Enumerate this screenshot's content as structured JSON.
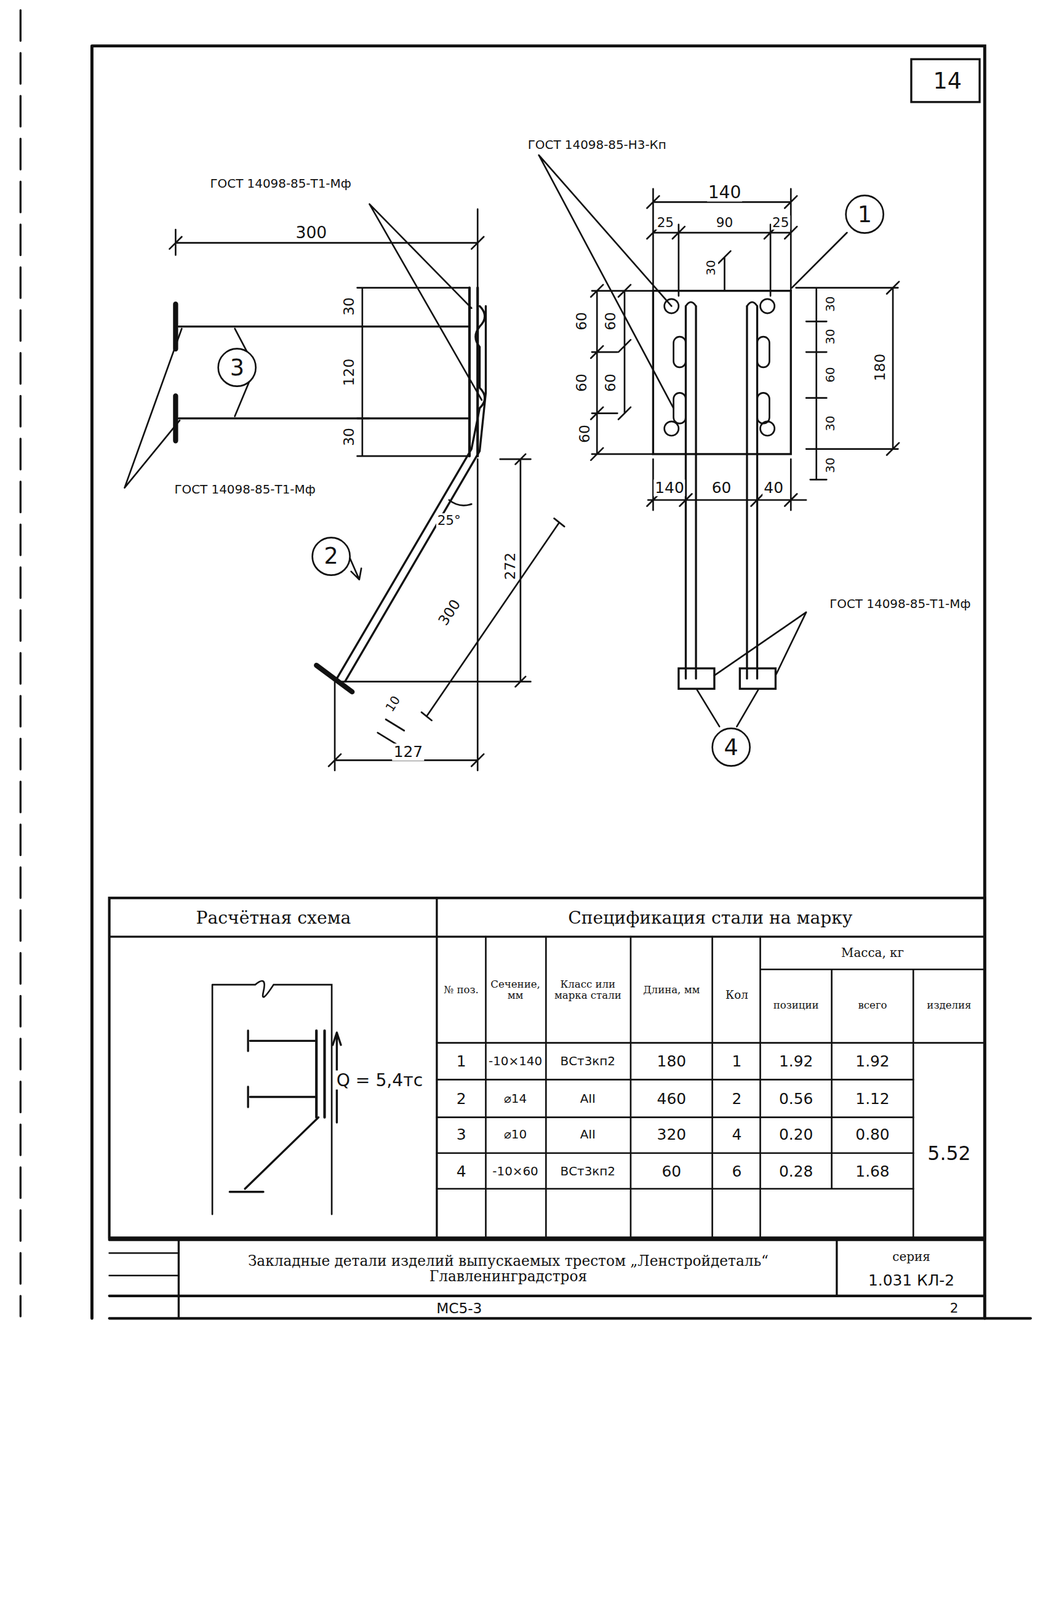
{
  "diagram": {
    "nodes": [
      {
        "text": [
          "14"
        ]
      },
      {
        "text": [
          "1"
        ]
      },
      {
        "text": [
          "3"
        ]
      },
      {
        "text": [
          "2"
        ]
      },
      {
        "text": [
          "4"
        ]
      }
    ],
    "labels": [
      "ГОСТ 14098-85-Т1-Мф",
      "300",
      "30",
      "120",
      "30",
      "ГОСТ 14098-85-Т1-Мф",
      "25°",
      "272",
      "300",
      "10",
      "127",
      "ГОСТ 14098-85-Н3-Кп",
      "140",
      "25",
      "90",
      "25",
      "30",
      "60",
      "60",
      "60",
      "60",
      "60",
      "30",
      "30",
      "60",
      "30",
      "30",
      "180",
      "140",
      "60",
      "40",
      "ГОСТ 14098-85-Т1-Мф",
      "Расчётная схема",
      "Q = 5,4тс",
      "Спецификация стали на марку",
      "№ поз.",
      "Сечение, мм",
      "Класс или марка стали",
      "Длина, мм",
      "Кол",
      "Масса, кг",
      "позиции",
      "всего",
      "изделия",
      "1",
      "-10×140",
      "ВСт3кп2",
      "180",
      "1",
      "1.92",
      "1.92",
      "2",
      "⌀14",
      "АII",
      "460",
      "2",
      "0.56",
      "1.12",
      "3",
      "⌀10",
      "АII",
      "320",
      "4",
      "0.20",
      "0.80",
      "4",
      "-10×60",
      "ВСт3кп2",
      "60",
      "6",
      "0.28",
      "1.68",
      "5.52",
      "Закладные детали изделий выпускаемых трестом „Ленстройдеталь“ Главленинградстроя",
      "серия",
      "1.031 КЛ-2",
      "МС5-3",
      "2"
    ]
  }
}
